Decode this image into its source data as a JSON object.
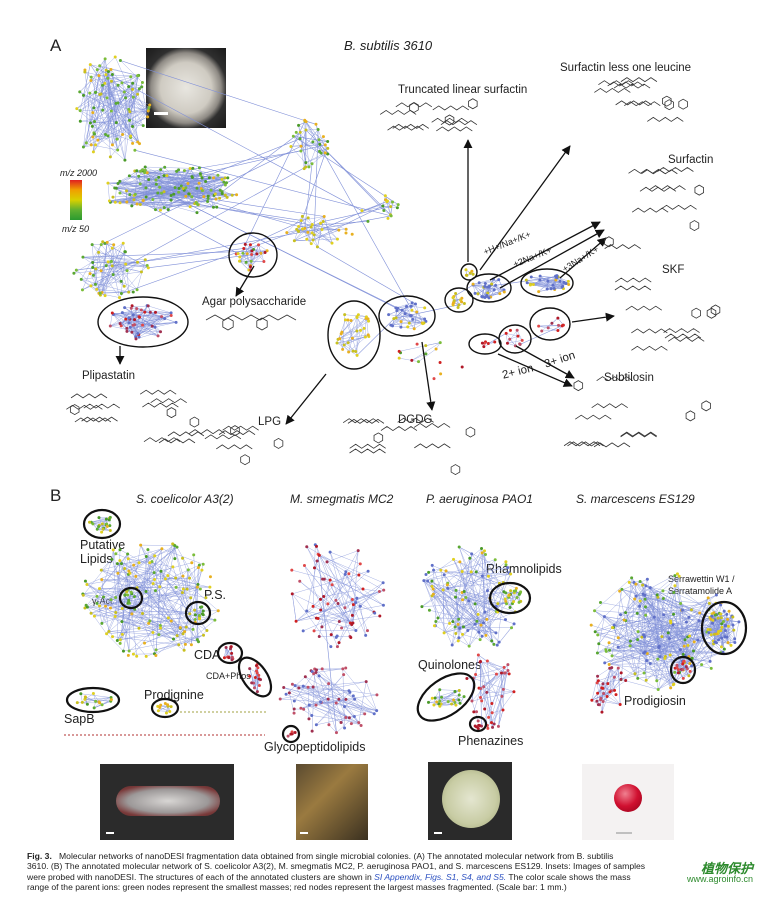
{
  "panel_a": {
    "letter": "A",
    "title": "B. subtilis 3610",
    "legend": {
      "top": "m/z 2000",
      "bottom": "m/z 50"
    },
    "labels": {
      "truncated": "Truncated linear surfactin",
      "surfactin_less": "Surfactin less one leucine",
      "surfactin": "Surfactin",
      "skf": "SKF",
      "subtilosin": "Subtilosin",
      "agar": "Agar polysaccharide",
      "plipastatin": "Plipastatin",
      "lpg": "LPG",
      "dgdg": "DGDG",
      "ion3": "3+ ion",
      "ion2": "2+ ion",
      "adduct1": "+H+/Na+/K+",
      "adduct2": "+2Na+/K+",
      "adduct3": "+3Na+/K+"
    }
  },
  "panel_b": {
    "letter": "B",
    "titles": [
      "S. coelicolor A3(2)",
      "M. smegmatis MC2",
      "P. aeruginosa PAO1",
      "S. marcescens ES129"
    ],
    "labels": {
      "putative": "Putative",
      "lipids": "Lipids",
      "gact": "γ-Act",
      "ps": "P.S.",
      "cda": "CDA",
      "cdaphos": "CDA+Phos",
      "prodignine": "Prodignine",
      "sapb": "SapB",
      "glyco": "Glycopeptidolipids",
      "rhamno": "Rhamnolipids",
      "quino": "Quinolones",
      "phena": "Phenazines",
      "serra1": "Serrawettin W1 /",
      "serra2": "Serratamolide A",
      "prodigiosin": "Prodigiosin"
    }
  },
  "caption": {
    "fig": "Fig. 3.",
    "line1": "Molecular networks of nanoDESI fragmentation data obtained from single microbial colonies. (A) The annotated molecular network from B. subtilis",
    "line2a": "3610. (B) The annotated molecular network of S. coelicolor A3(2), M. smegmatis MC2, P. aeruginosa PAO1, and S. marcescens ES129. Insets: Images of samples",
    "line3a": "were probed with nanoDESI. The structures of each of the annotated clusters are shown in ",
    "line3link": "SI Appendix, Figs. S1, S4, and S5.",
    "line3b": " The color scale shows the mass",
    "line4": "range of the parent ions: green nodes represent the smallest masses; red nodes represent the largest masses fragmented. (Scale bar: 1 mm.)"
  },
  "watermark": {
    "text": "植物保护",
    "url": "www.agroinfo.cn"
  },
  "colors": {
    "green": "#5aa832",
    "yellow": "#e0d020",
    "red": "#d02020",
    "edge": "#8090d8",
    "dark": "#222222"
  }
}
